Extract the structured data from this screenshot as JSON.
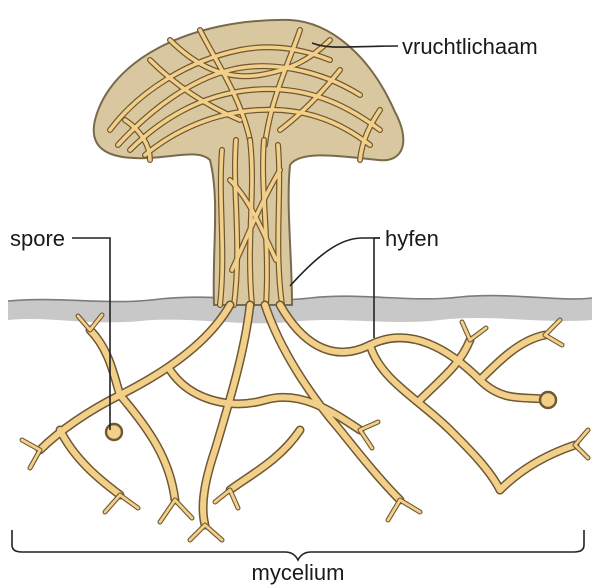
{
  "labels": {
    "fruiting_body": "vruchtlichaam",
    "spore": "spore",
    "hyphae": "hyfen",
    "mycelium": "mycelium"
  },
  "colors": {
    "hypha_fill": "#F2D08A",
    "hypha_outline": "#6E5732",
    "body_tissue": "#D9C7A0",
    "body_outline": "#7A6A4C",
    "ground": "#C8C8C8",
    "ground_line": "#7C7C7C",
    "leader_line": "#222222"
  }
}
